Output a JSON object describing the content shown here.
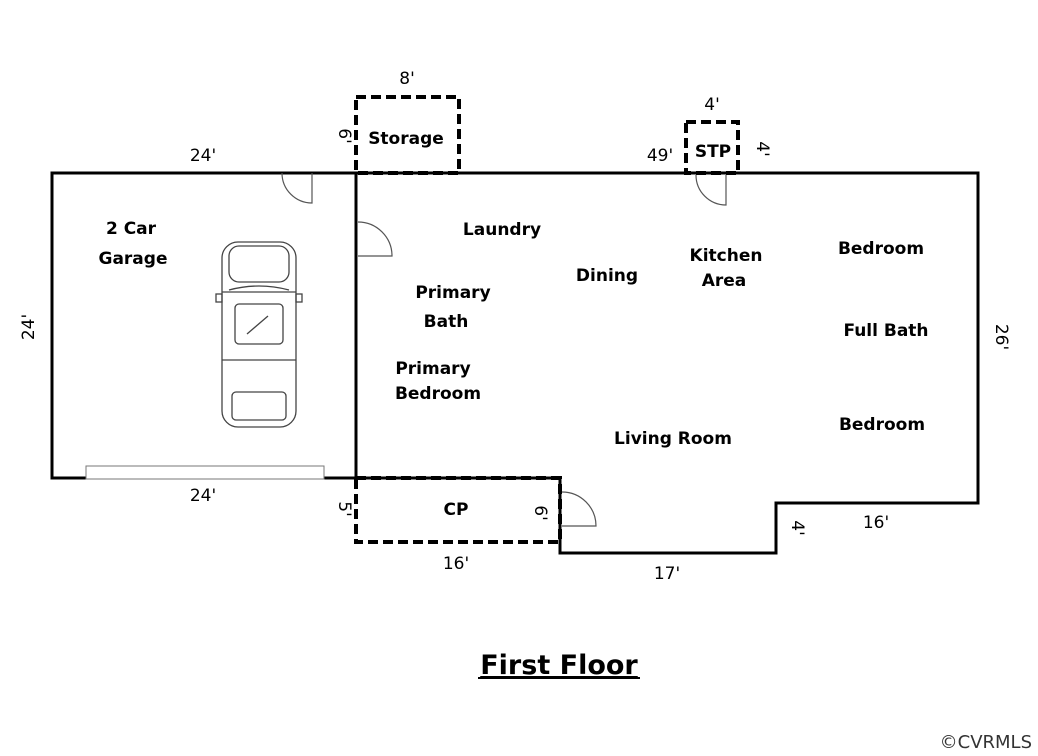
{
  "rooms": {
    "garage_l1": "2 Car",
    "garage_l2": "Garage",
    "storage": "Storage",
    "stp": "STP",
    "laundry": "Laundry",
    "dining": "Dining",
    "kitchen_l1": "Kitchen",
    "kitchen_l2": "Area",
    "bedroom_1": "Bedroom",
    "primary_bath_l1": "Primary",
    "primary_bath_l2": "Bath",
    "full_bath": "Full Bath",
    "primary_bedroom_l1": "Primary",
    "primary_bedroom_l2": "Bedroom",
    "living_room": "Living Room",
    "bedroom_2": "Bedroom",
    "cp": "CP"
  },
  "dimensions": {
    "storage_width": "8'",
    "storage_depth": "6'",
    "stp_width": "4'",
    "stp_depth": "4'",
    "garage_top": "24'",
    "house_top": "49'",
    "garage_side": "24'",
    "house_side": "26'",
    "garage_bottom": "24'",
    "cp_side": "5'",
    "cp_inner": "6'",
    "cp_width": "16'",
    "notch_depth": "4'",
    "right_bottom": "16'",
    "middle_bottom": "17'"
  },
  "title": "First Floor",
  "copyright": "©CVRMLS"
}
